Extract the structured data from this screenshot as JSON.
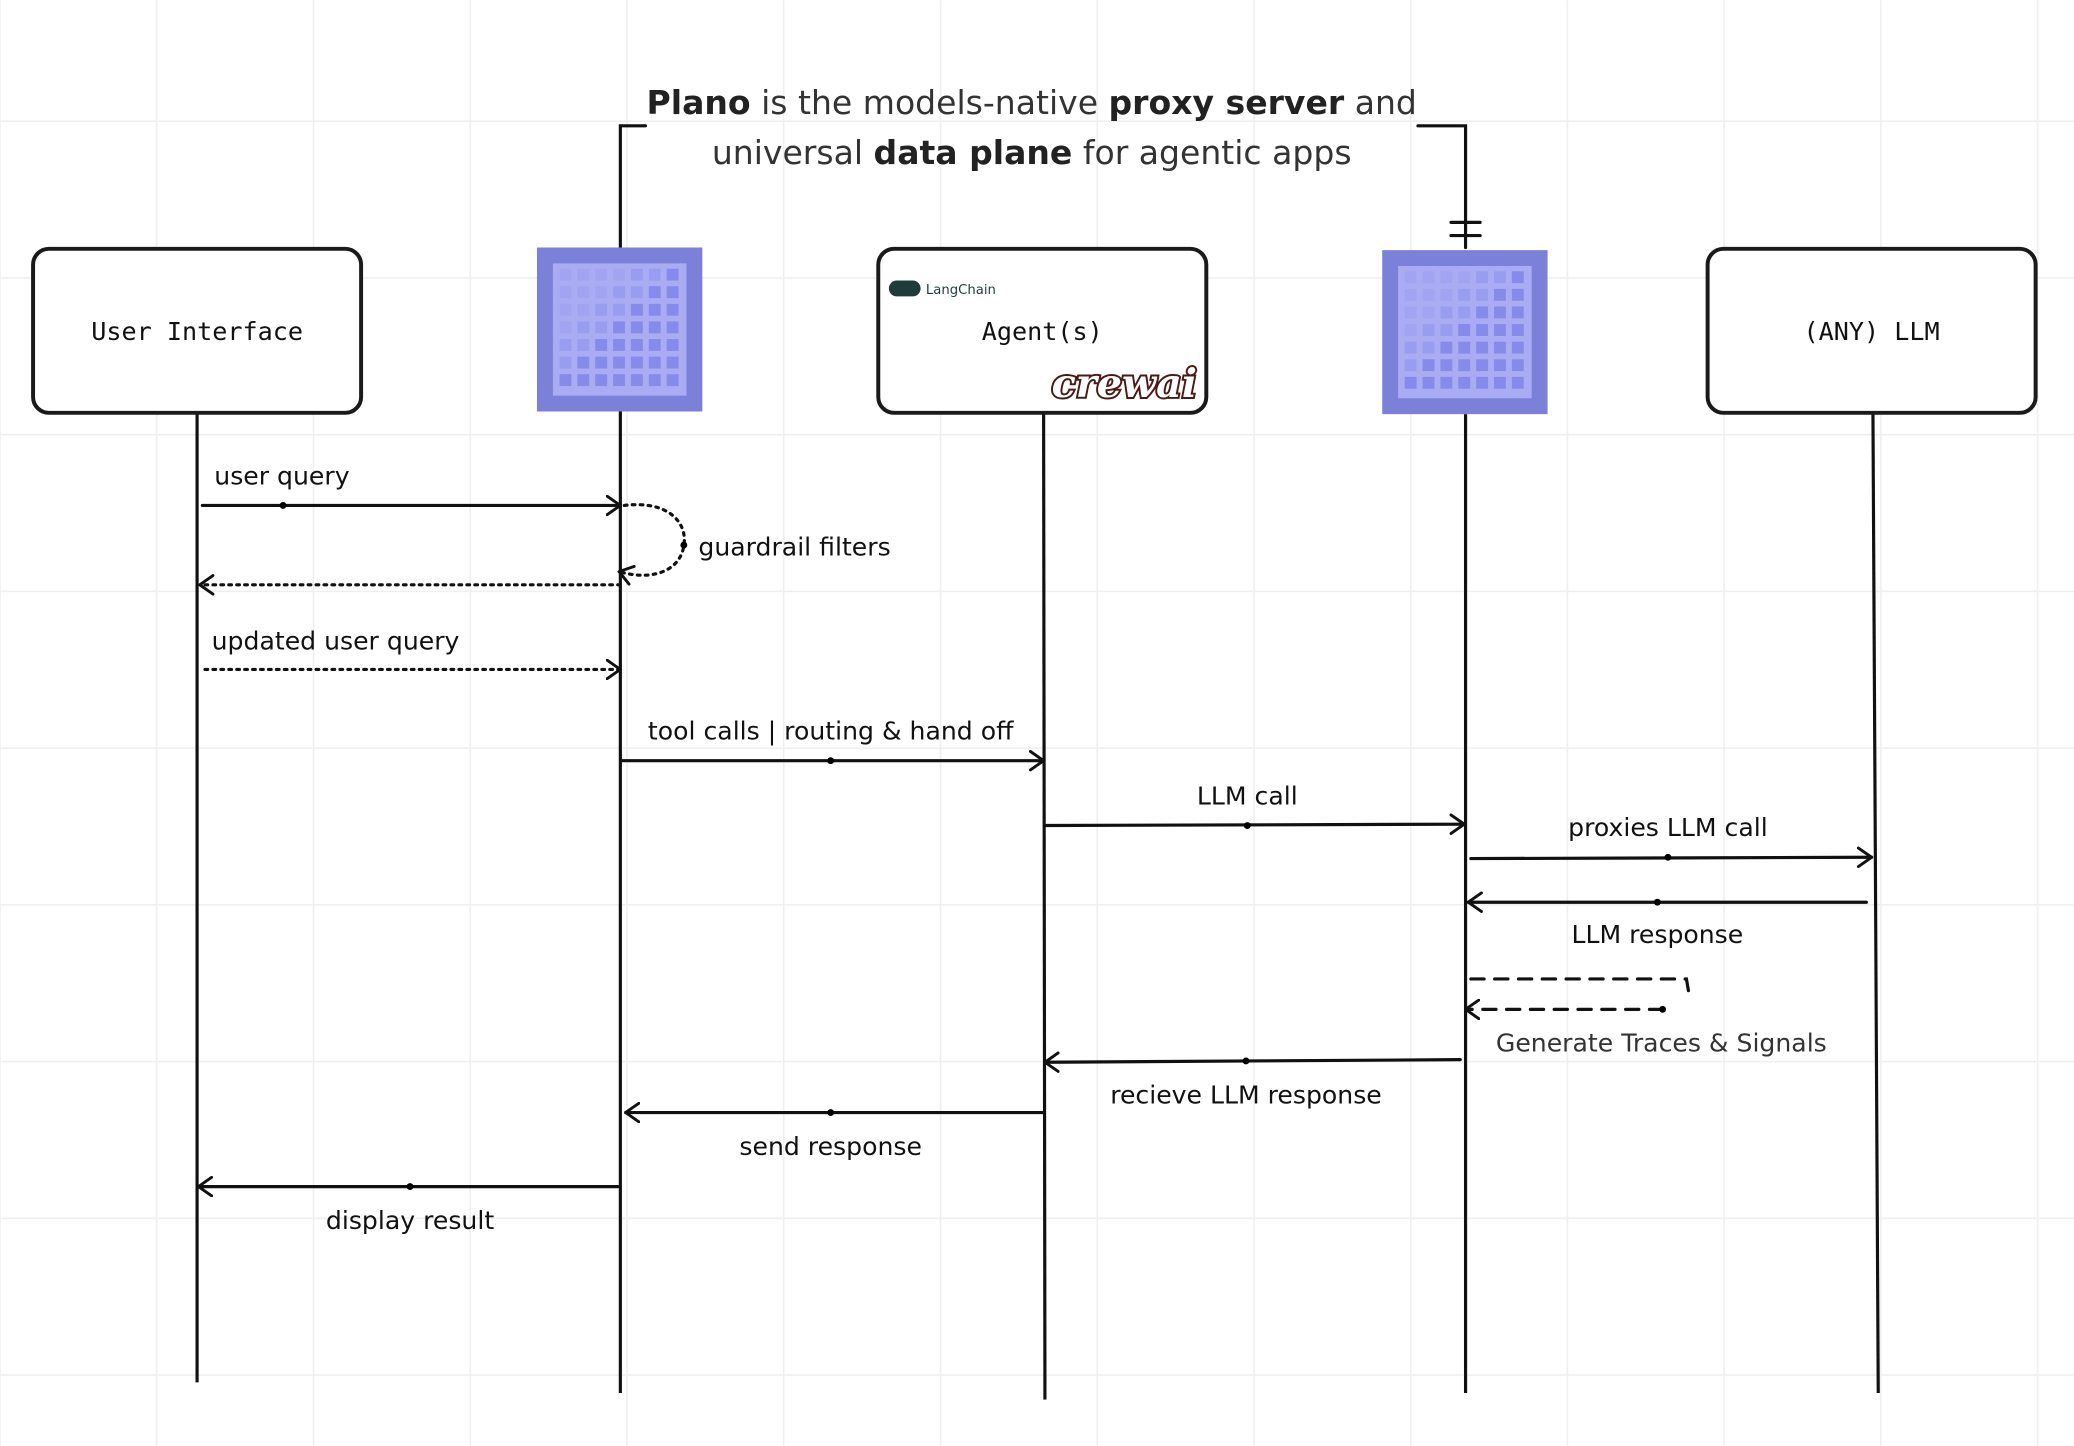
{
  "title": {
    "line1": [
      {
        "text": "Plano",
        "bold": true
      },
      {
        "text": " is the models-native ",
        "bold": false
      },
      {
        "text": "proxy server",
        "bold": true
      },
      {
        "text": " and",
        "bold": false
      }
    ],
    "line2": [
      {
        "text": "universal ",
        "bold": false
      },
      {
        "text": "data plane",
        "bold": true
      },
      {
        "text": " for agentic apps",
        "bold": false
      }
    ]
  },
  "participants": {
    "ui": "User Interface",
    "plano_logo": "plano-logo",
    "agent": "Agent(s)",
    "langchain": "LangChain",
    "crewai": "crewai",
    "plano_logo_2": "plano-logo",
    "llm": "(ANY) LLM"
  },
  "colors": {
    "plano_outer": "#7b80d8",
    "plano_inner": "#a9acf3",
    "crewai_red": "#c0454f",
    "crewai_dark": "#4a1a16",
    "langchain_badge": "#1f3b3a"
  },
  "messages": {
    "user_query": "user query",
    "guardrail": "guardrail filters",
    "updated_query": "updated user query",
    "tool_calls": "tool calls | routing & hand off",
    "llm_call": "LLM call",
    "proxies": "proxies LLM call",
    "llm_response": "LLM response",
    "traces": "Generate Traces & Signals",
    "receive": "recieve LLM response",
    "send": "send response",
    "display": "display result"
  }
}
